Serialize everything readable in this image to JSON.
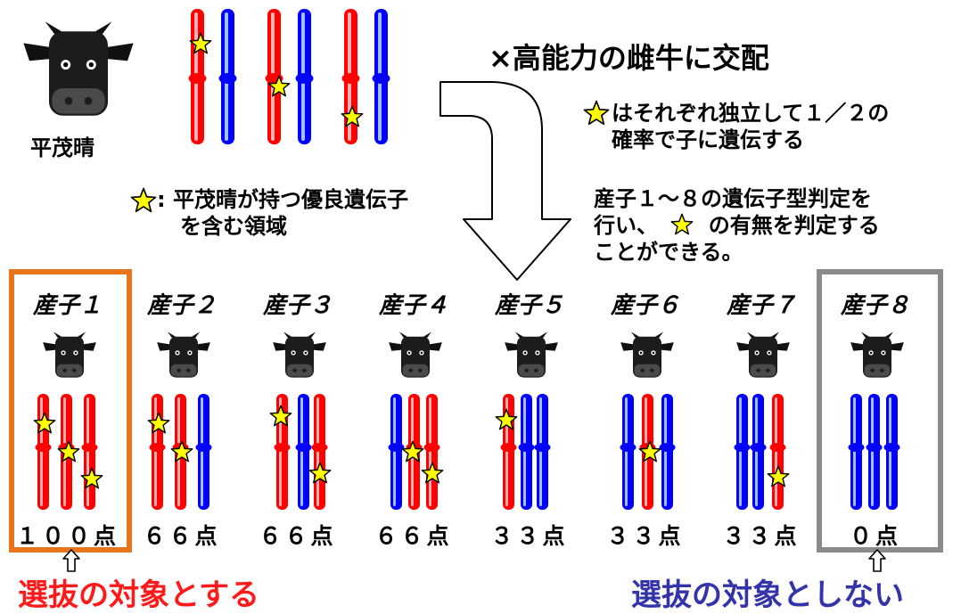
{
  "bull": {
    "name": "平茂晴"
  },
  "cross_text": "×高能力の雌牛に交配",
  "note_lines": [
    "はそれぞれ独立して１／２の",
    "確率で子に遺伝する"
  ],
  "legend_lines": [
    ": 平茂晴が持つ優良遺伝子",
    "を含む領域"
  ],
  "genotype_lines": [
    "産子１～８の遺伝子型判定を",
    "の有無を判定する",
    "ことができる。"
  ],
  "genotype_prefix": "行い、",
  "calves": [
    {
      "name": "産子１",
      "score": "１００点"
    },
    {
      "name": "産子２",
      "score": "６６点"
    },
    {
      "name": "産子３",
      "score": "６６点"
    },
    {
      "name": "産子４",
      "score": "６６点"
    },
    {
      "name": "産子５",
      "score": "３３点"
    },
    {
      "name": "産子６",
      "score": "３３点"
    },
    {
      "name": "産子７",
      "score": "３３点"
    },
    {
      "name": "産子８",
      "score": "０点"
    }
  ],
  "selected_label": "選抜の対象とする",
  "not_selected_label": "選抜の対象としない",
  "colors": {
    "paternal": "#ff0000",
    "maternal": "#0000ff",
    "star": "#ffff00",
    "selected": "#ff1a1a",
    "not_selected": "#3333aa",
    "box_selected": "#e8741c",
    "box_not_selected": "#8a8a8a"
  },
  "icons": [
    "cow-face-icon",
    "star-icon",
    "down-curved-arrow-icon",
    "up-arrow-icon"
  ]
}
